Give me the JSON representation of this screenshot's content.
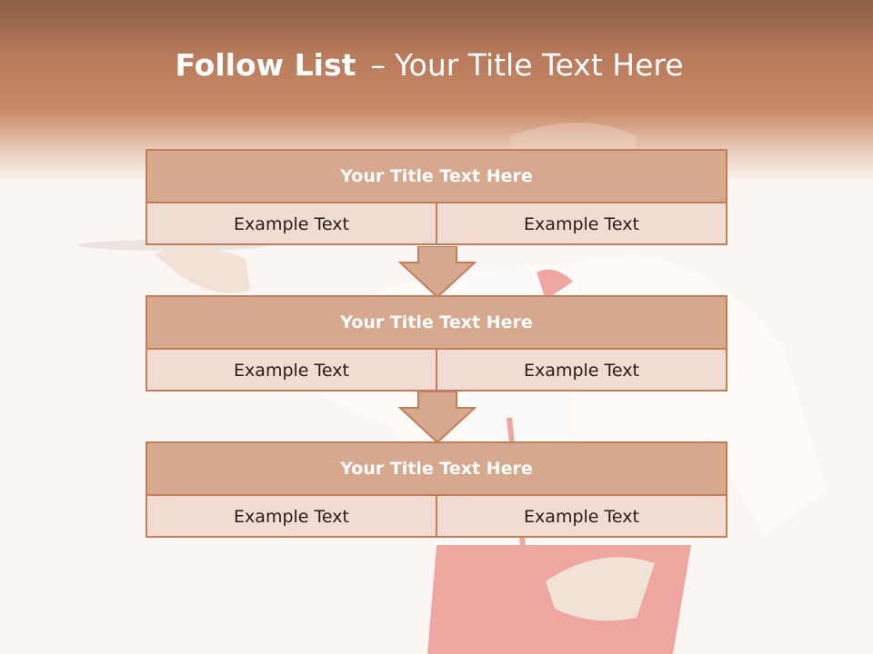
{
  "slide": {
    "title_bold": "Follow List",
    "title_dash": "–",
    "title_rest": "Your Title Text Here"
  },
  "blocks": [
    {
      "title": "Your Title Text Here",
      "left": "Example Text",
      "right": "Example Text"
    },
    {
      "title": "Your Title Text Here",
      "left": "Example Text",
      "right": "Example Text"
    },
    {
      "title": "Your Title Text Here",
      "left": "Example Text",
      "right": "Example Text"
    }
  ],
  "colors": {
    "header_top": "#8c5f46",
    "header_mid": "#c98c6a",
    "block_title_fill": "#d6a88d",
    "block_body_fill": "#f0dcd3",
    "border": "#c17e5a",
    "arrow_fill": "#d6a88d"
  }
}
